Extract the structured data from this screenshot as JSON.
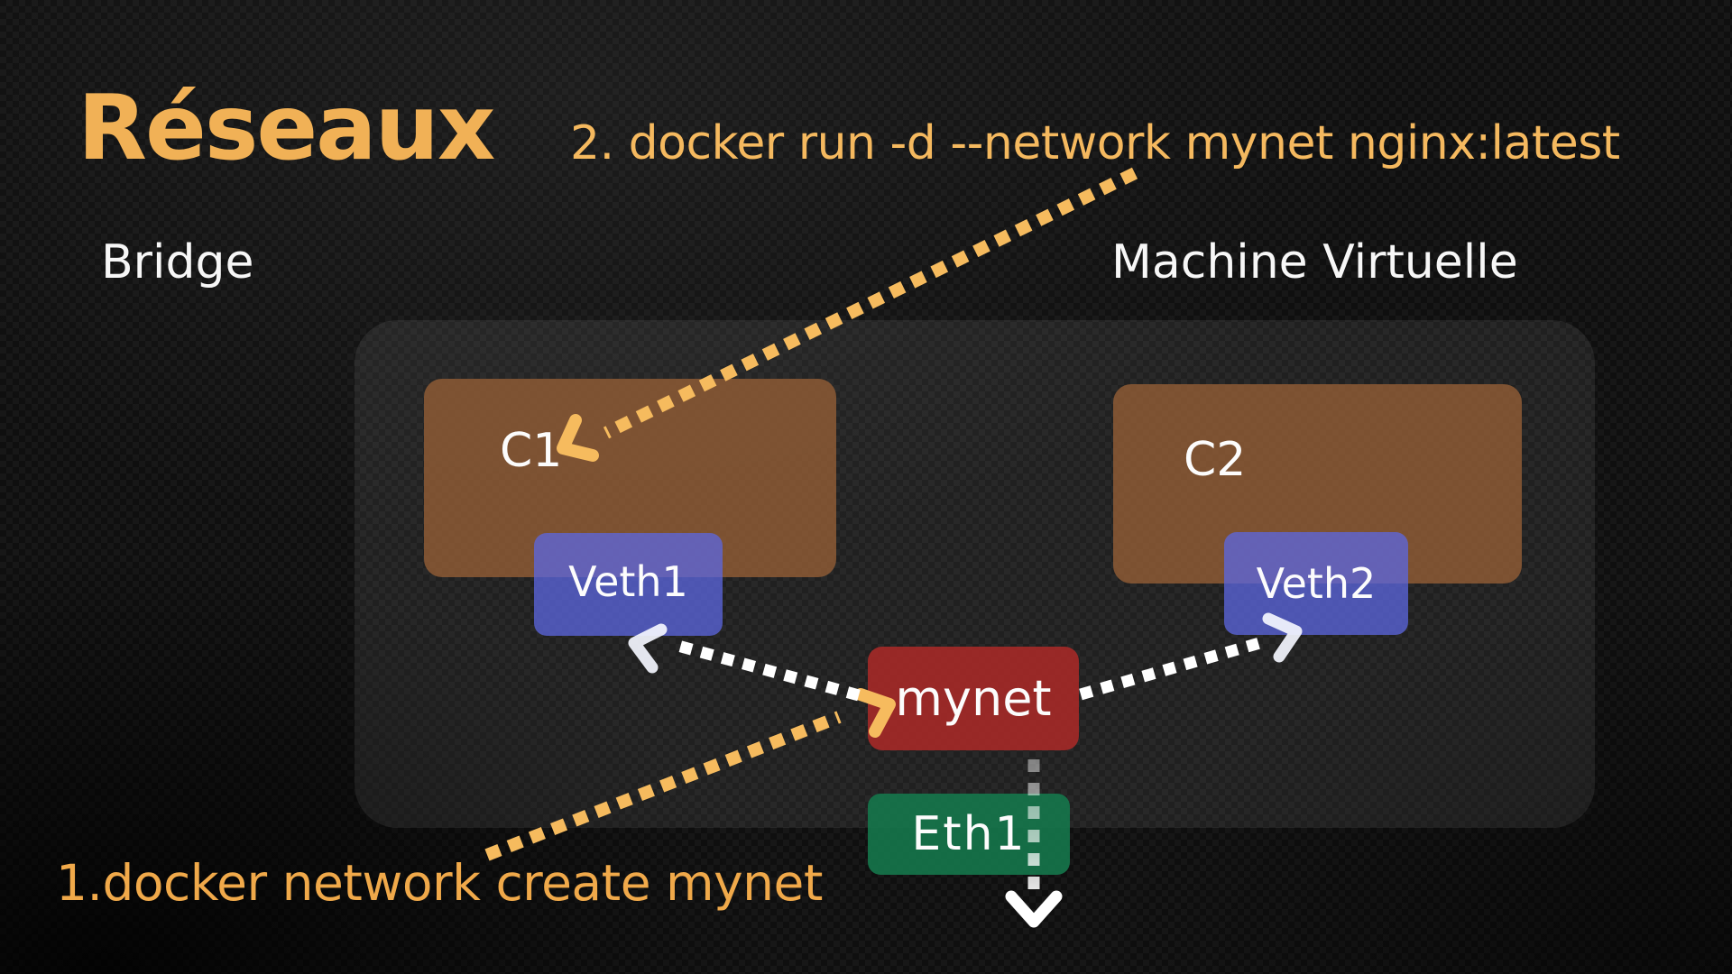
{
  "slide": {
    "title": "Réseaux",
    "section_left": "Bridge",
    "section_right": "Machine Virtuelle",
    "command_step_2": "2. docker run -d --network mynet nginx:latest",
    "command_step_1": "1.docker network create mynet"
  },
  "nodes": {
    "container_1": "C1",
    "container_2": "C2",
    "veth_1": "Veth1",
    "veth_2": "Veth2",
    "network": "mynet",
    "host_interface": "Eth1"
  },
  "colors": {
    "accent_orange": "#F3B257",
    "container_brown": "#6F4B31",
    "veth_blue": "#4E56B4",
    "veth_overlap_lavender": "#6B67A8",
    "network_red": "#962726",
    "interface_green": "#1E6B47",
    "arrow_white": "#FFFFFF",
    "panel_grey": "#2B2B2B",
    "background": "#0F0F0F"
  }
}
